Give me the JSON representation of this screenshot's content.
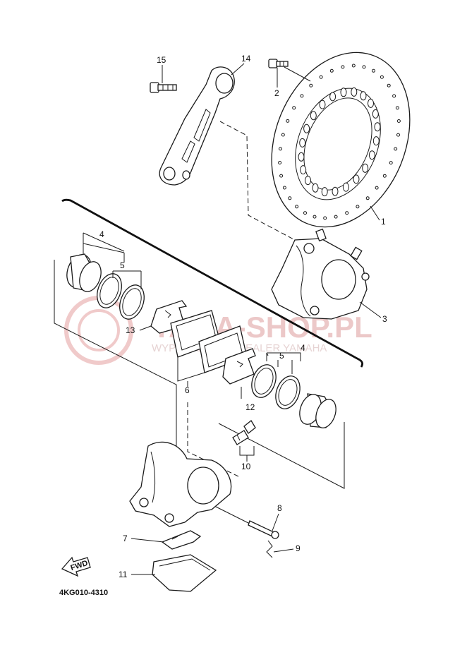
{
  "watermark": {
    "text": "YAMA-SHOP.PL",
    "subtext": "WYPOSAŻENIE | DEALER YAMAHA"
  },
  "diagram_code": "4KG010-4310",
  "fwd_label": "FWD",
  "callouts": {
    "1": "1",
    "2": "2",
    "3": "3",
    "4a": "4",
    "4b": "4",
    "5a": "5",
    "5b": "5",
    "6": "6",
    "7": "7",
    "8": "8",
    "9": "9",
    "10": "10",
    "11": "11",
    "12": "12",
    "13": "13",
    "14": "14",
    "15": "15"
  },
  "colors": {
    "line": "#1a1a1a",
    "watermark": "#ecc8c8"
  }
}
